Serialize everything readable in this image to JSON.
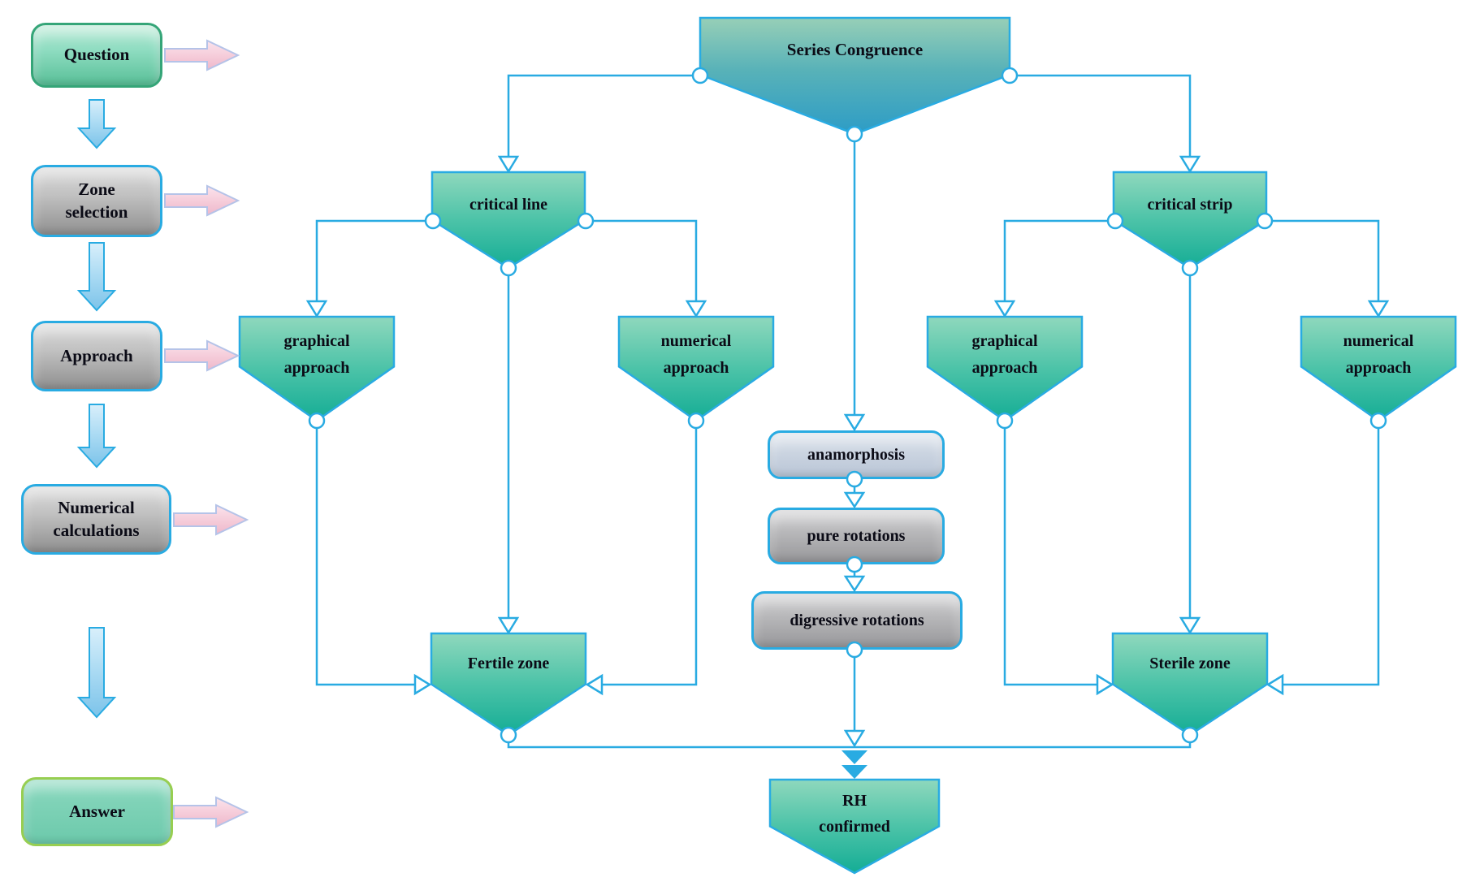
{
  "sidebar": {
    "steps": [
      {
        "id": "question",
        "label": "Question",
        "style": "green"
      },
      {
        "id": "zone_selection",
        "label": "Zone selection",
        "style": "gray"
      },
      {
        "id": "approach",
        "label": "Approach",
        "style": "gray"
      },
      {
        "id": "numerical_calculations",
        "label": "Numerical calculations",
        "style": "gray"
      },
      {
        "id": "answer",
        "label": "Answer",
        "style": "teal"
      }
    ]
  },
  "nodes": {
    "series_congruence": "Series Congruence",
    "critical_line": "critical line",
    "critical_strip": "critical strip",
    "graphical_approach_left": "graphical approach",
    "numerical_approach_left": "numerical approach",
    "graphical_approach_right": "graphical approach",
    "numerical_approach_right": "numerical approach",
    "anamorphosis": "anamorphosis",
    "pure_rotations": "pure rotations",
    "digressive_rotations": "digressive rotations",
    "fertile_zone": "Fertile zone",
    "sterile_zone": "Sterile zone",
    "rh_confirmed": "RH confirmed"
  },
  "colors": {
    "connector": "#29abe2",
    "pentagon_green_top": "#8fd8bd",
    "pentagon_green_bottom": "#14ad95",
    "series_pentagon_top": "#97cfb7",
    "series_pentagon_bottom": "#2d9cc6",
    "gray_box_top": "#d9d9d9",
    "gray_box_bottom": "#8f8f8f",
    "question_border": "#35a578",
    "answer_border": "#97ce51",
    "pink_arrow_fill": "#f5cbd9",
    "blue_arrow_fill": "#a9daf3",
    "text": "#0b0b16"
  }
}
